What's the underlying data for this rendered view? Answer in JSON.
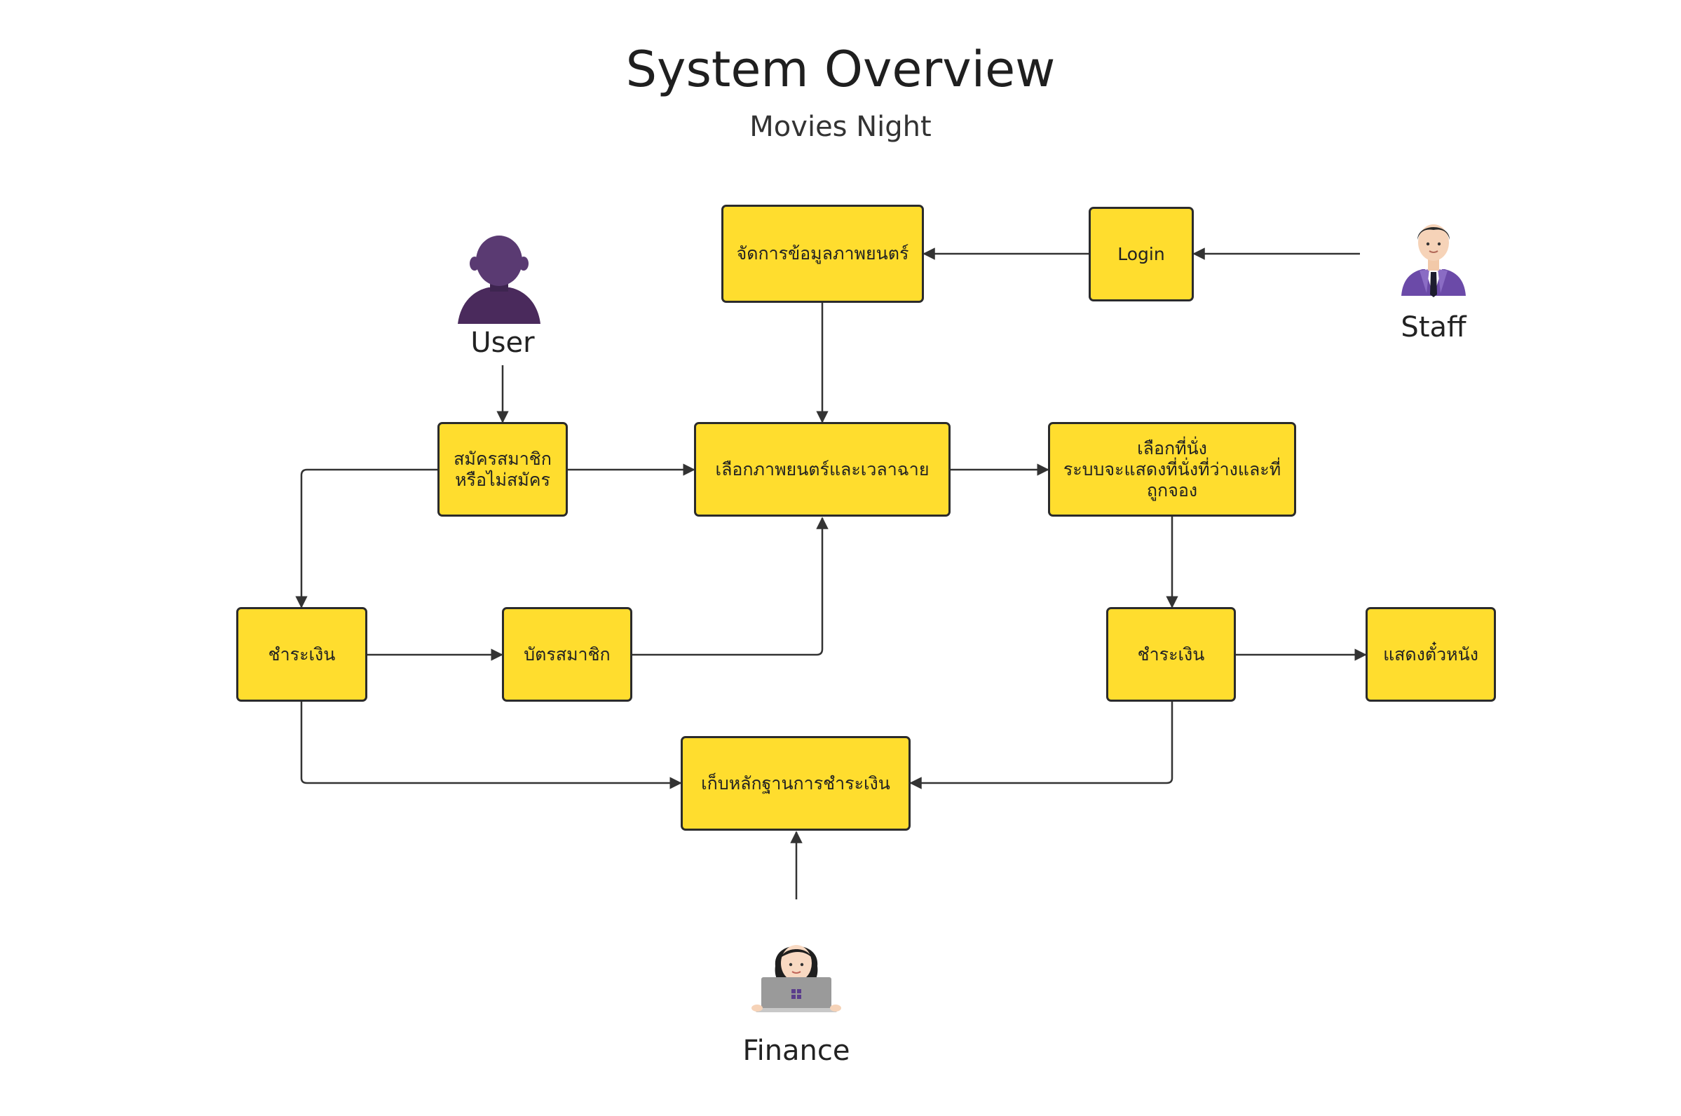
{
  "header": {
    "title": "System Overview",
    "subtitle": "Movies Night"
  },
  "colors": {
    "box_fill": "#FFDD2E",
    "box_border": "#2b2b2b",
    "arrow": "#333333"
  },
  "actors": {
    "user": {
      "label": "User",
      "icon": "person-silhouette-icon"
    },
    "staff": {
      "label": "Staff",
      "icon": "businessman-icon"
    },
    "finance": {
      "label": "Finance",
      "icon": "woman-with-laptop-icon"
    }
  },
  "boxes": {
    "manage_movies": "จัดการข้อมูลภาพยนตร์",
    "login": "Login",
    "register": "สมัครสมาชิก\nหรือไม่สมัคร",
    "select_movie": "เลือกภาพยนตร์และเวลาฉาย",
    "select_seat": "เลือกที่นั่ง\nระบบจะแสดงที่นั่งที่ว่างและที่\nถูกจอง",
    "pay_left": "ชำระเงิน",
    "member_card": "บัตรสมาชิก",
    "pay_right": "ชำระเงิน",
    "show_ticket": "แสดงตั๋วหนัง",
    "store_receipt": "เก็บหลักฐานการชำระเงิน"
  }
}
